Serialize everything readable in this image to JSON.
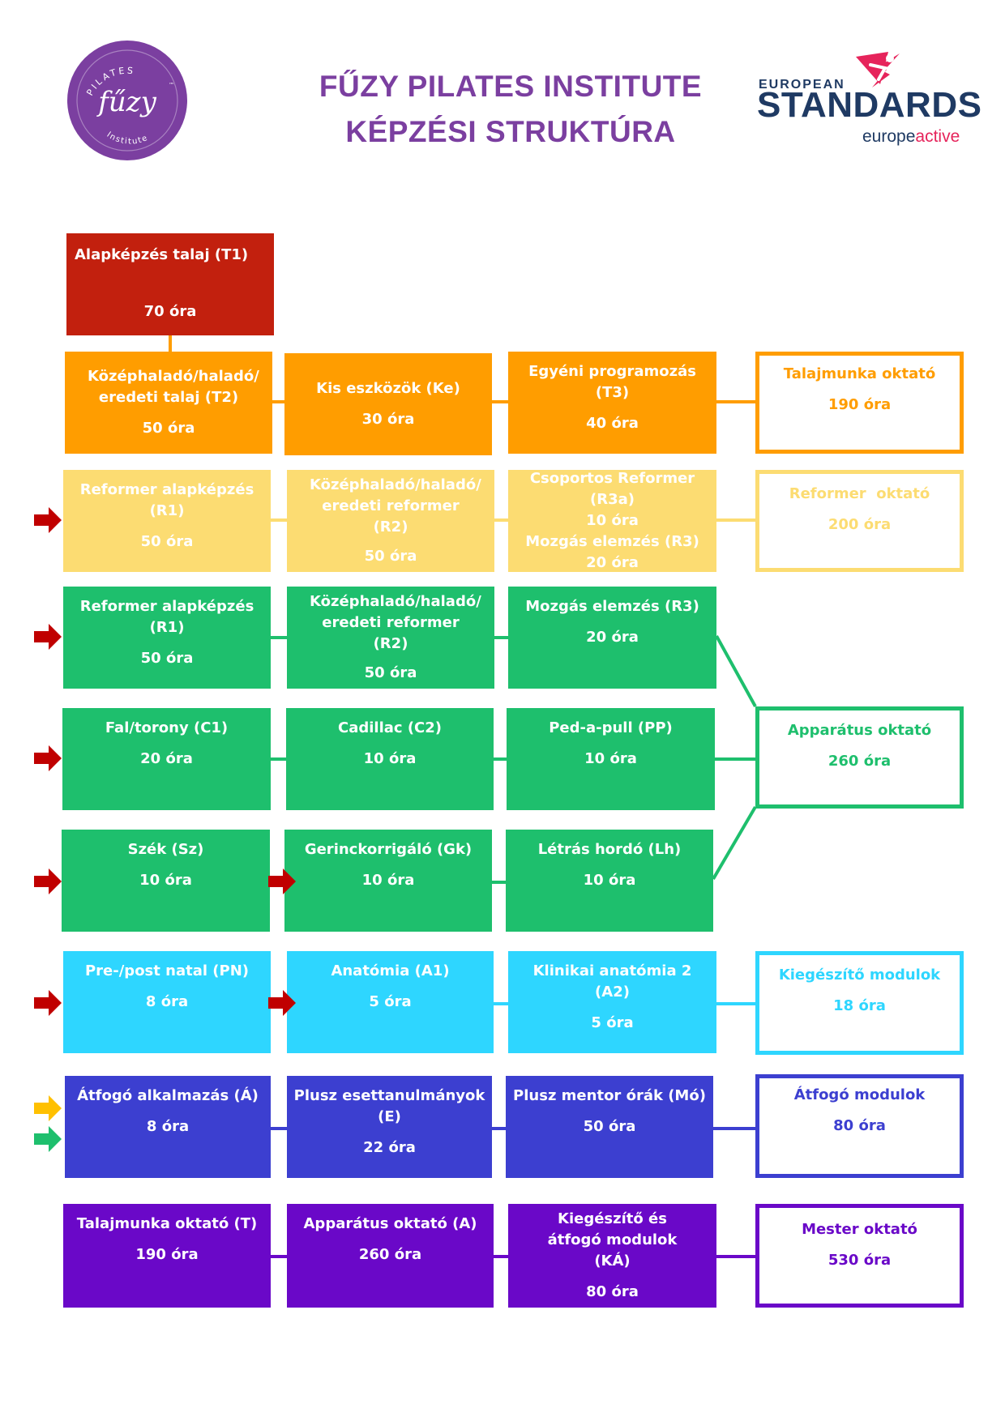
{
  "header": {
    "title_line1": "FŰZY PILATES INSTITUTE",
    "title_line2": "KÉPZÉSI STRUKTÚRA",
    "left_logo": {
      "top_arc": "PILATES",
      "script": "fűzy",
      "bottom_arc": "Institute",
      "tm": "™"
    },
    "right_logo": {
      "european": "EUROPEAN",
      "standards": "STANDARDS",
      "europe": "europe",
      "active": "active"
    }
  },
  "colors": {
    "title": "#7b3fa0",
    "red": "#c2200e",
    "orange": "#ff9d00",
    "yellow": "#fcdc72",
    "green": "#1ebf6d",
    "cyan": "#2ed6ff",
    "blue": "#3c3fd0",
    "purple": "#6a08c8",
    "arrow_red": "#c00000",
    "arrow_yellow": "#ffc000",
    "arrow_green": "#1ebf6d"
  },
  "rows": {
    "t1": {
      "name": "Alapképzés talaj (T1)",
      "hours": "70 óra"
    },
    "orange": [
      {
        "name": "Középhaladó/haladó/ eredeti talaj (T2)",
        "hours": "50 óra"
      },
      {
        "name": "Kis eszközök (Ke)",
        "hours": "30 óra"
      },
      {
        "name": "Egyéni programozás (T3)",
        "hours": "40 óra"
      }
    ],
    "orange_target": {
      "name": "Talajmunka oktató",
      "hours": "190 óra"
    },
    "yellow": [
      {
        "name": "Reformer alapképzés (R1)",
        "hours": "50 óra"
      },
      {
        "name": "Középhaladó/haladó/ eredeti reformer (R2)",
        "hours": "50 óra"
      },
      {
        "name": "Csoportos Reformer (R3a)",
        "hours": "10 óra",
        "name2": "Mozgás elemzés (R3)",
        "hours2": "20 óra"
      }
    ],
    "yellow_target": {
      "name": "Reformer  oktató",
      "hours": "200 óra"
    },
    "green1": [
      {
        "name": "Reformer alapképzés (R1)",
        "hours": "50 óra"
      },
      {
        "name": "Középhaladó/haladó/ eredeti reformer (R2)",
        "hours": "50 óra"
      },
      {
        "name": "Mozgás elemzés (R3)",
        "hours": "20 óra"
      }
    ],
    "green2": [
      {
        "name": "Fal/torony (C1)",
        "hours": "20 óra"
      },
      {
        "name": "Cadillac (C2)",
        "hours": "10 óra"
      },
      {
        "name": "Ped-a-pull (PP)",
        "hours": "10 óra"
      }
    ],
    "green3": [
      {
        "name": "Szék (Sz)",
        "hours": "10 óra"
      },
      {
        "name": "Gerinckorrigáló (Gk)",
        "hours": "10 óra"
      },
      {
        "name": "Létrás hordó (Lh)",
        "hours": "10 óra"
      }
    ],
    "green_target": {
      "name": "Apparátus oktató",
      "hours": "260 óra"
    },
    "cyan": [
      {
        "name": "Pre-/post natal (PN)",
        "hours": "8 óra"
      },
      {
        "name": "Anatómia (A1)",
        "hours": "5 óra"
      },
      {
        "name": "Klinikai anatómia 2 (A2)",
        "hours": "5 óra"
      }
    ],
    "cyan_target": {
      "name": "Kiegészítő modulok",
      "hours": "18 óra"
    },
    "blue": [
      {
        "name": "Átfogó alkalmazás (Á)",
        "hours": "8 óra"
      },
      {
        "name": "Plusz esettanulmányok (E)",
        "hours": "22 óra"
      },
      {
        "name": "Plusz mentor órák (Mó)",
        "hours": "50 óra"
      }
    ],
    "blue_target": {
      "name": "Átfogó modulok",
      "hours": "80 óra"
    },
    "purple": [
      {
        "name": "Talajmunka oktató (T)",
        "hours": "190 óra"
      },
      {
        "name": "Apparátus oktató (A)",
        "hours": "260 óra"
      },
      {
        "name": "Kiegészítő és átfogó modulok (KÁ)",
        "hours": "80 óra"
      }
    ],
    "purple_target": {
      "name": "Mester oktató",
      "hours": "530 óra"
    }
  }
}
